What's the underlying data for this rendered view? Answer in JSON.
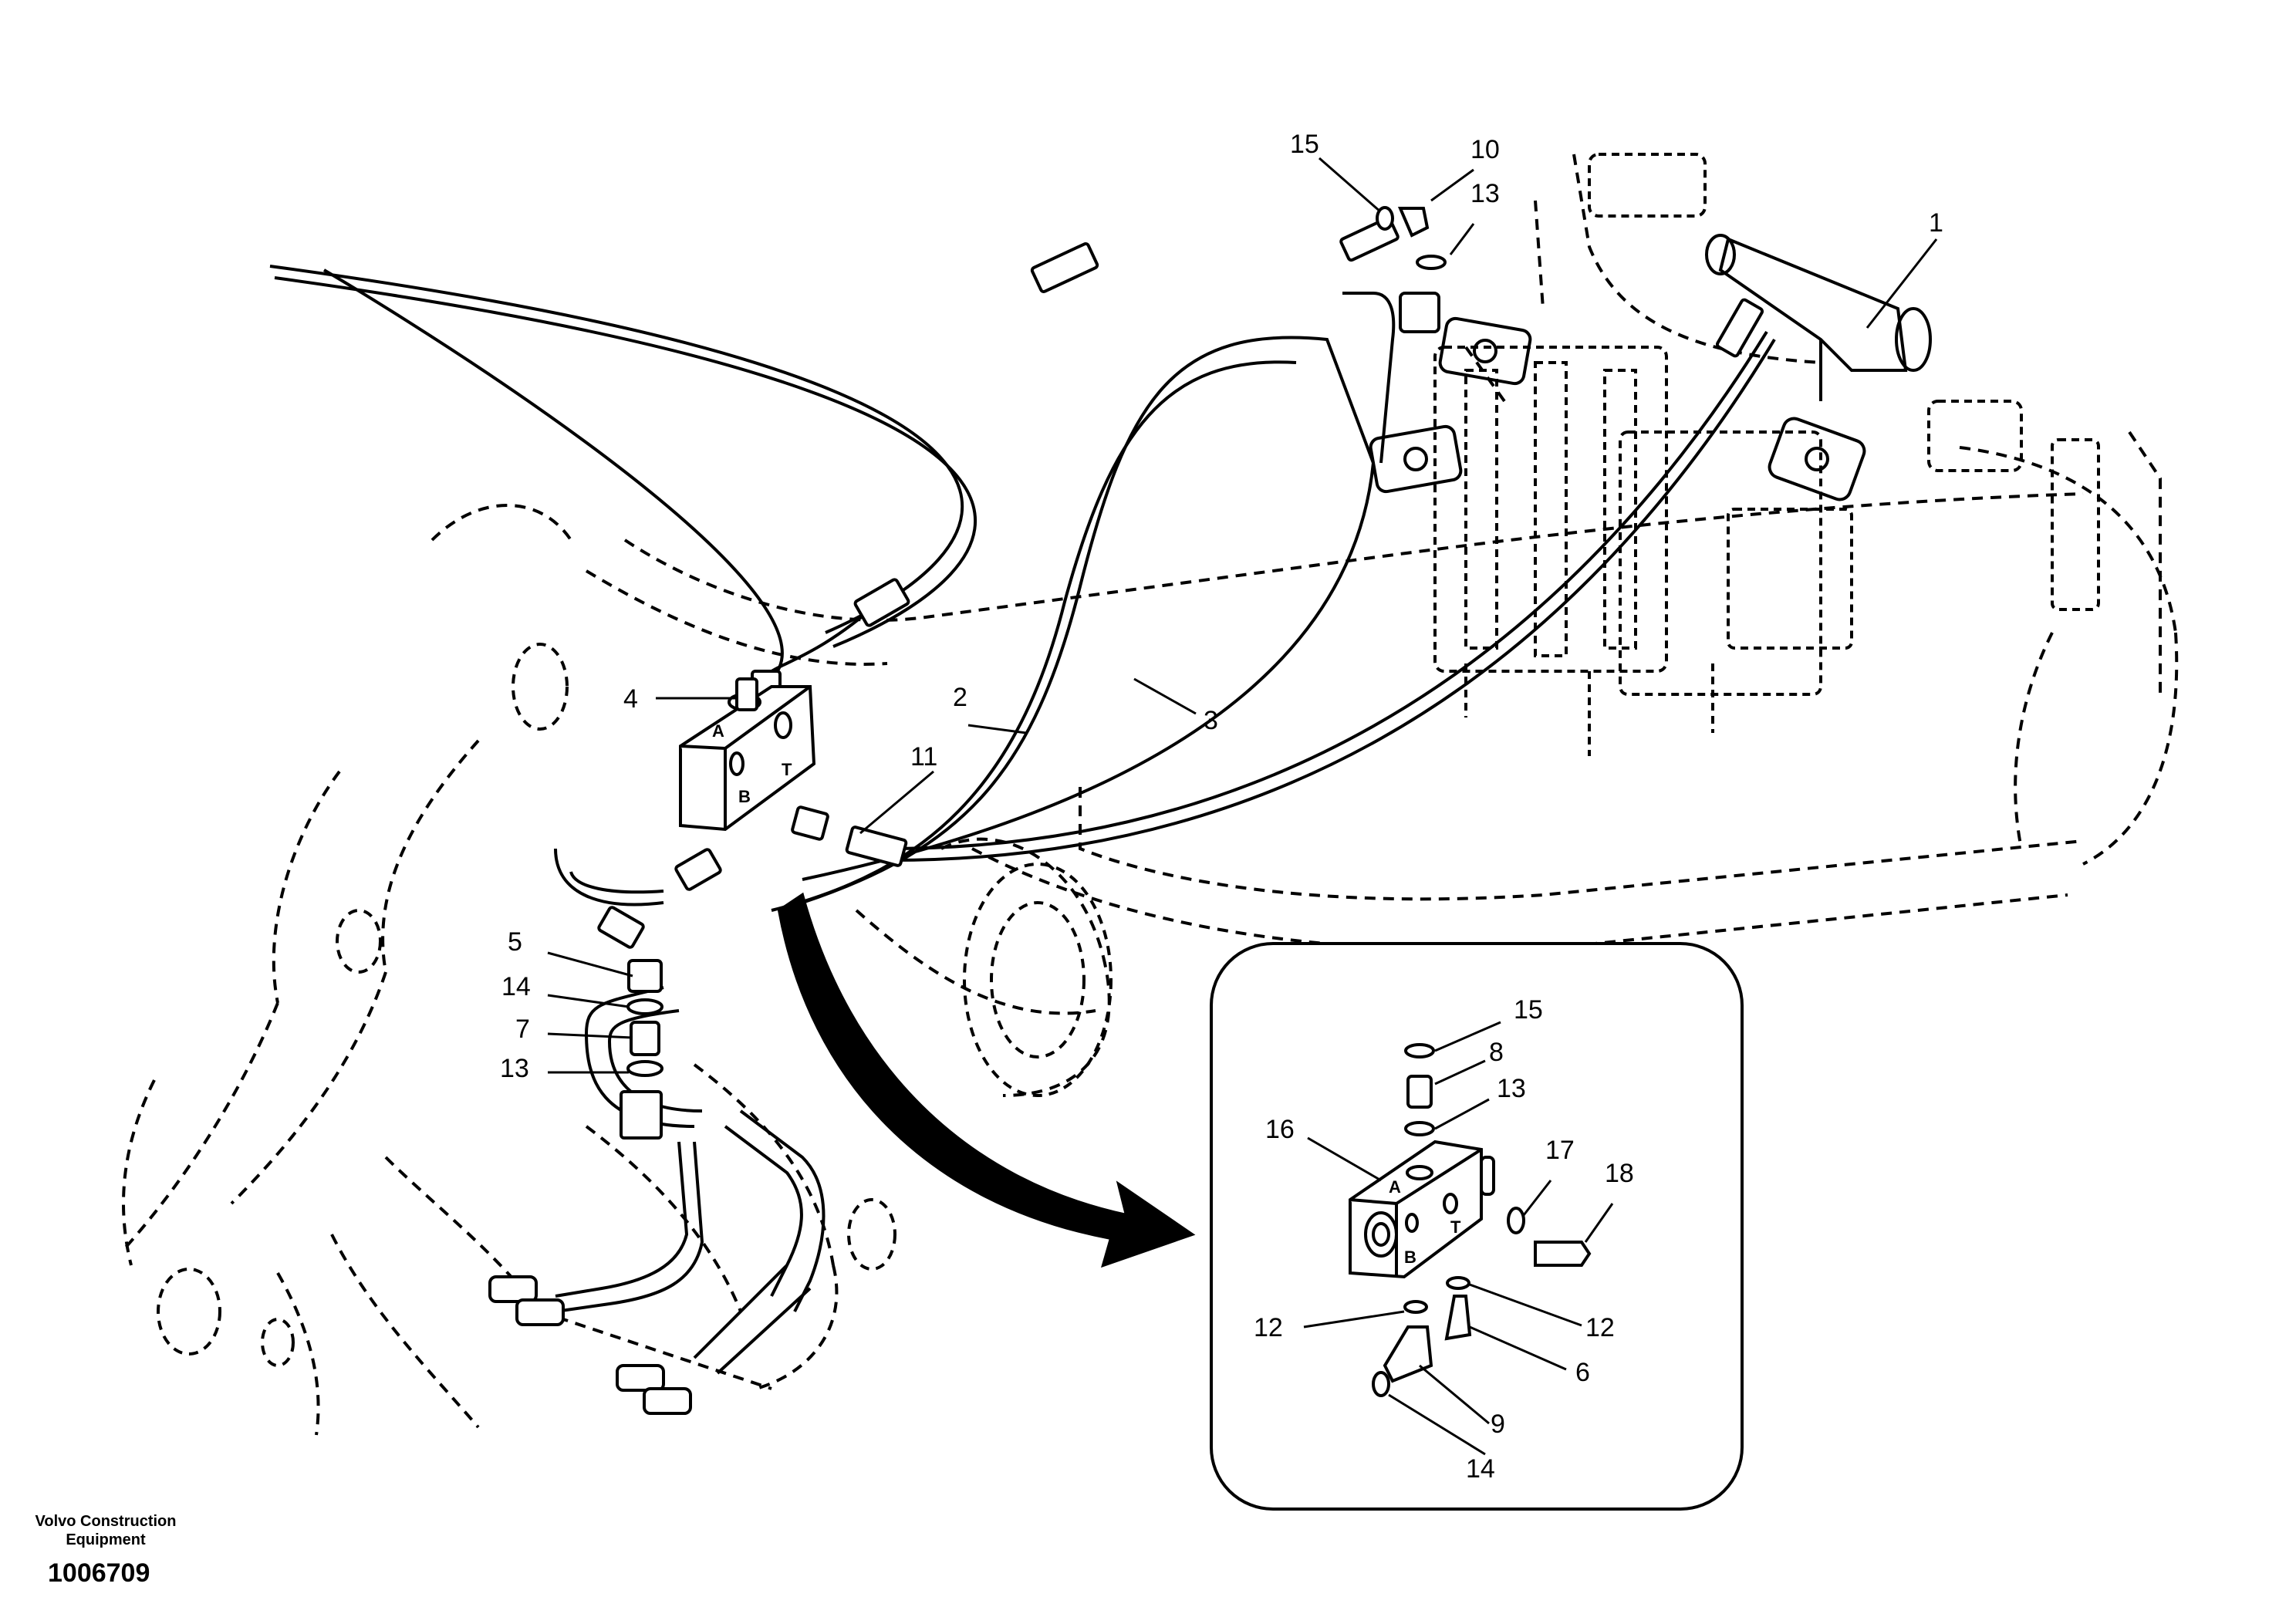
{
  "callouts": {
    "c1": "1",
    "c2": "2",
    "c3": "3",
    "c4": "4",
    "c5": "5",
    "c7": "7",
    "c10": "10",
    "c11": "11",
    "c13a": "13",
    "c13b": "13",
    "c14": "14",
    "c15": "15"
  },
  "inset_callouts": {
    "c15": "15",
    "c8": "8",
    "c13": "13",
    "c16": "16",
    "c17": "17",
    "c18": "18",
    "c12a": "12",
    "c12b": "12",
    "c6": "6",
    "c9": "9",
    "c14": "14"
  },
  "port_labels": {
    "a": "A",
    "b": "B",
    "t": "T",
    "inset_a": "A",
    "inset_b": "B",
    "inset_t": "T"
  },
  "footer": {
    "company_line1": "Volvo Construction",
    "company_line2": "Equipment",
    "doc_number": "1006709"
  }
}
